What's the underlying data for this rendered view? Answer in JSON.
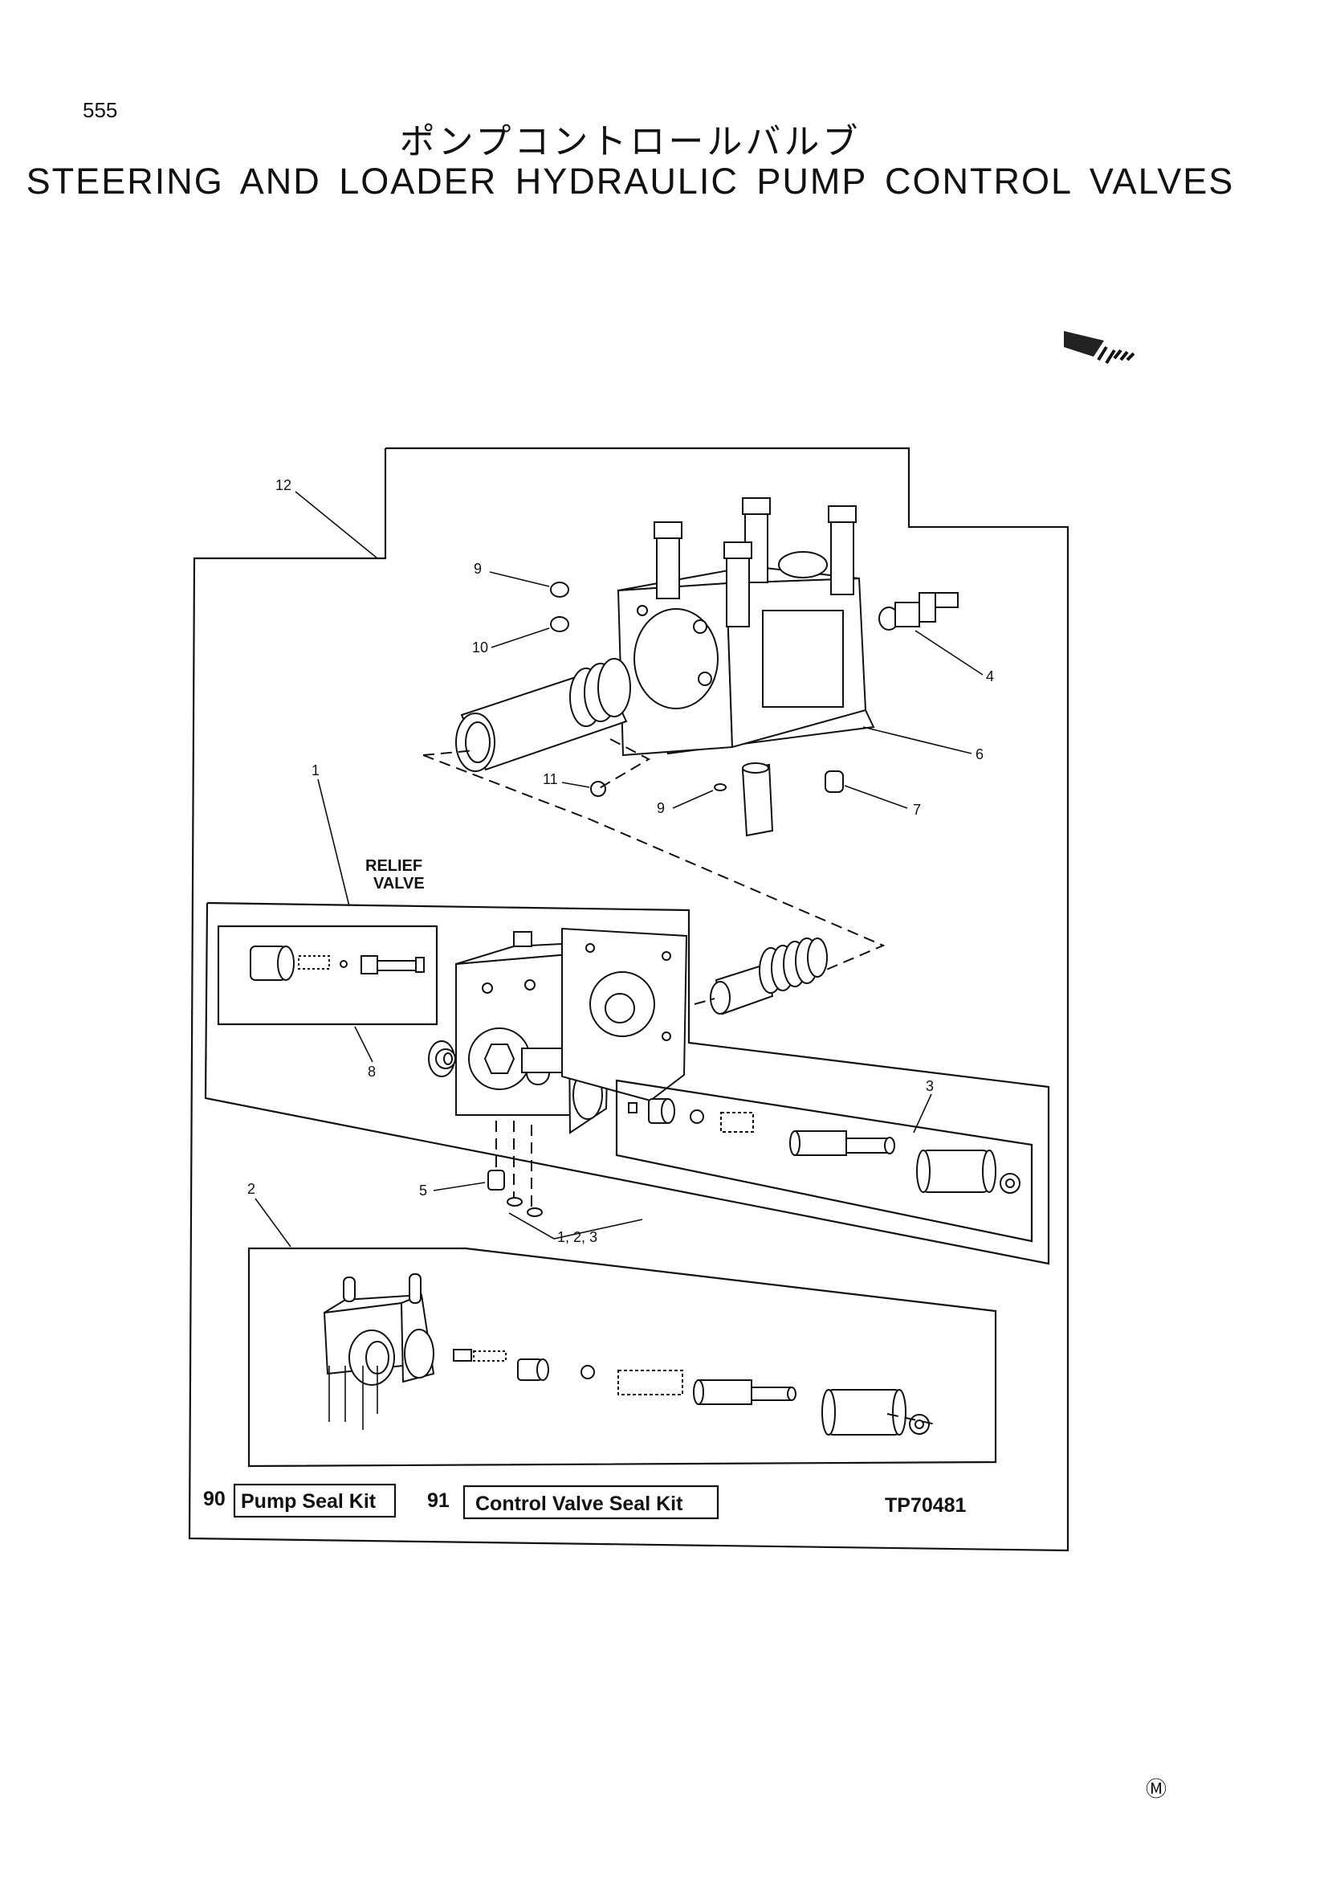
{
  "header": {
    "page_number": "555",
    "title_jp": "ポンプコントロールバルブ",
    "title_en": "STEERING AND LOADER HYDRAULIC PUMP CONTROL VALVES"
  },
  "diagram": {
    "callouts": [
      "12",
      "9",
      "10",
      "4",
      "6",
      "1",
      "11",
      "9",
      "7",
      "8",
      "3",
      "5",
      "2"
    ],
    "group_callout": "1, 2, 3",
    "relief_valve_label_1": "RELIEF",
    "relief_valve_label_2": "VALVE",
    "kit_90_number": "90",
    "kit_90_label": "Pump Seal Kit",
    "kit_91_number": "91",
    "kit_91_label": "Control Valve Seal Kit",
    "drawing_id": "TP70481"
  },
  "footer": {
    "mark": "Ⓜ"
  },
  "icons": {
    "direction_arrow": "direction-arrow-icon"
  }
}
